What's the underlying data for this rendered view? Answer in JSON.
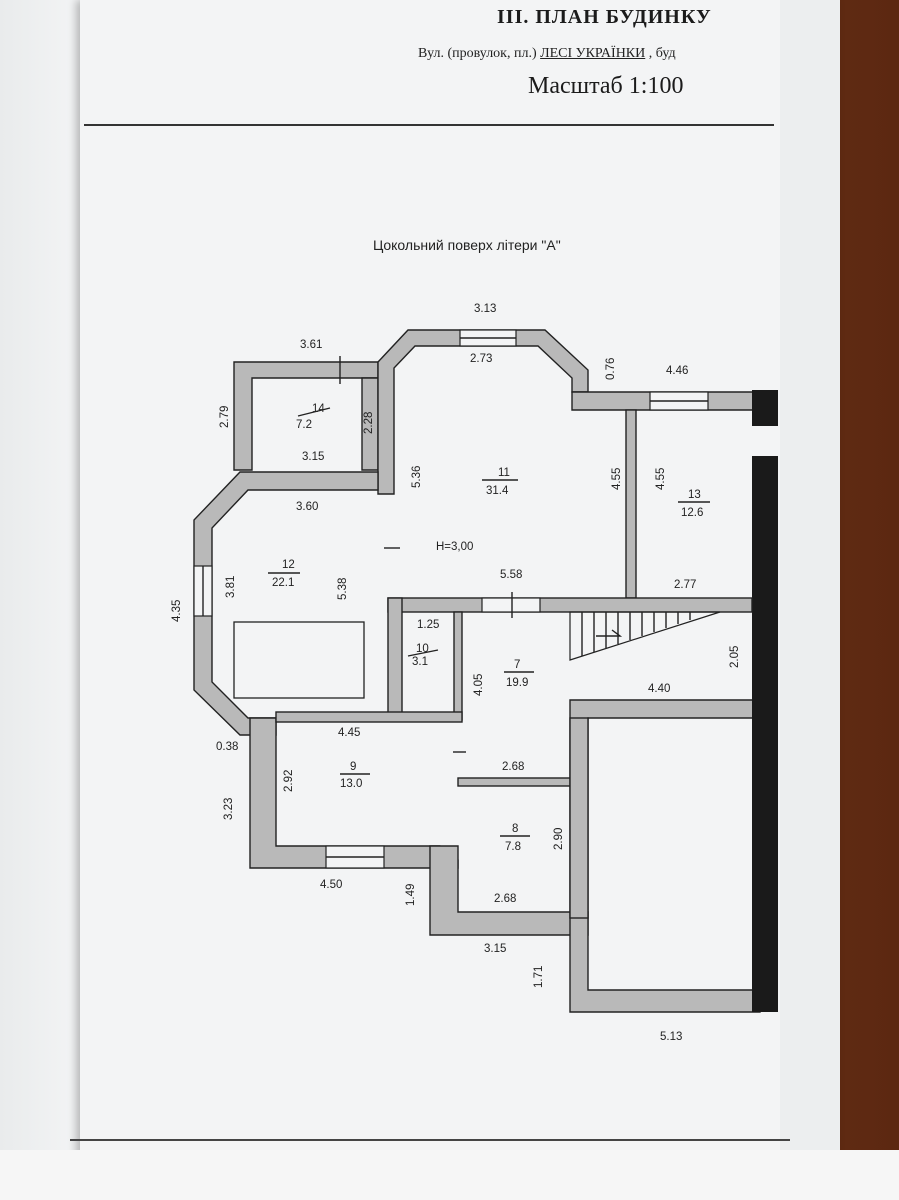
{
  "header": {
    "title": "III. ПЛАН БУДИНКУ",
    "address_prefix": "Вул. (провулок, пл.)",
    "street": "ЛЕСІ УКРАЇНКИ",
    "address_suffix": ", буд",
    "scale": "Масштаб 1:100"
  },
  "plan_title": "Цокольний поверх літери \"А\"",
  "ceiling_height": "Н=3,00",
  "rooms": [
    {
      "num": "14",
      "area": "7.2"
    },
    {
      "num": "11",
      "area": "31.4"
    },
    {
      "num": "13",
      "area": "12.6"
    },
    {
      "num": "12",
      "area": "22.1"
    },
    {
      "num": "10",
      "area": "3.1"
    },
    {
      "num": "7",
      "area": "19.9"
    },
    {
      "num": "9",
      "area": "13.0"
    },
    {
      "num": "8",
      "area": "7.8"
    }
  ],
  "dimensions": [
    "3.13",
    "3.61",
    "2.73",
    "0.76",
    "4.46",
    "2.79",
    "2.28",
    "3.15",
    "5.36",
    "4.55",
    "4.55",
    "3.60",
    "3.81",
    "5.38",
    "4.35",
    "5.58",
    "2.77",
    "1.25",
    "4.05",
    "2.05",
    "4.40",
    "0.38",
    "4.45",
    "2.92",
    "3.23",
    "2.68",
    "2.90",
    "4.50",
    "1.49",
    "2.68",
    "3.15",
    "1.71",
    "5.13"
  ]
}
